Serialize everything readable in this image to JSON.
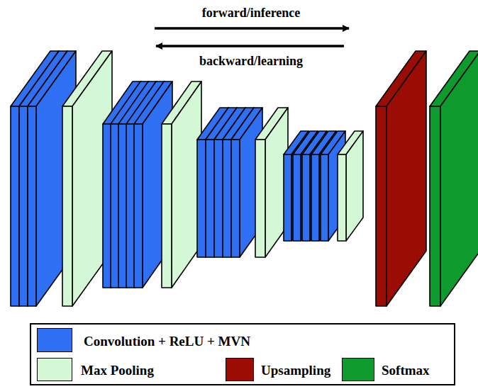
{
  "diagram": {
    "labels": [
      "forward/inference",
      "backward/learning"
    ],
    "legend": [
      {
        "text": "Convolution + ReLU + MVN",
        "color": "#2f6ff2"
      },
      {
        "text": "Max Pooling",
        "color": "#d4f7d6"
      },
      {
        "text": "Upsampling",
        "color": "#9b0d04"
      },
      {
        "text": "Softmax",
        "color": "#0e9a2d"
      }
    ]
  }
}
